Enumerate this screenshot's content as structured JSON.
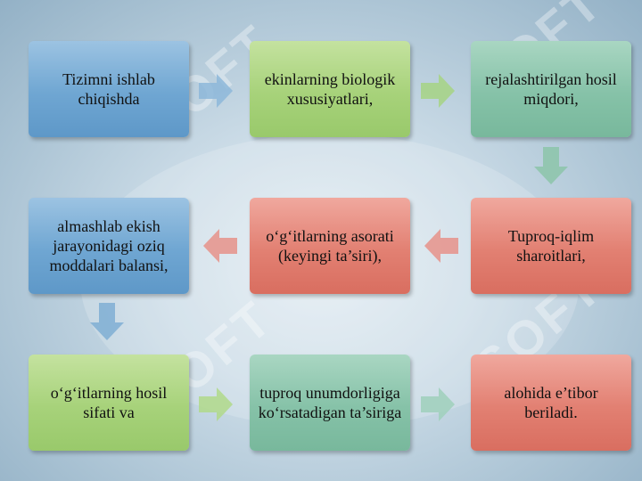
{
  "diagram": {
    "boxes": [
      {
        "id": "b1",
        "text": "Tizimni ishlab chiqishda"
      },
      {
        "id": "b2",
        "text": "ekinlarning biologik xususiyatlari,"
      },
      {
        "id": "b3",
        "text": "rejalashtirilgan hosil miqdori,"
      },
      {
        "id": "b4",
        "text": "Tuproq-iqlim sharoitlari,"
      },
      {
        "id": "b5",
        "text": "o‘g‘itlarning asorati (keyingi ta’siri),"
      },
      {
        "id": "b6",
        "text": "almashlab ekish jarayonidagi oziq moddalari balansi,"
      },
      {
        "id": "b7",
        "text": "o‘g‘itlarning hosil sifati va"
      },
      {
        "id": "b8",
        "text": "tuproq unumdorligiga ko‘rsatadigan ta’siriga"
      },
      {
        "id": "b9",
        "text": "alohida e’tibor beriladi."
      }
    ],
    "colors": {
      "blue": "#6fa6d2",
      "green": "#a7d27a",
      "teal": "#86c2a8",
      "red": "#e28072"
    }
  },
  "watermark": {
    "text": "SOFT"
  }
}
